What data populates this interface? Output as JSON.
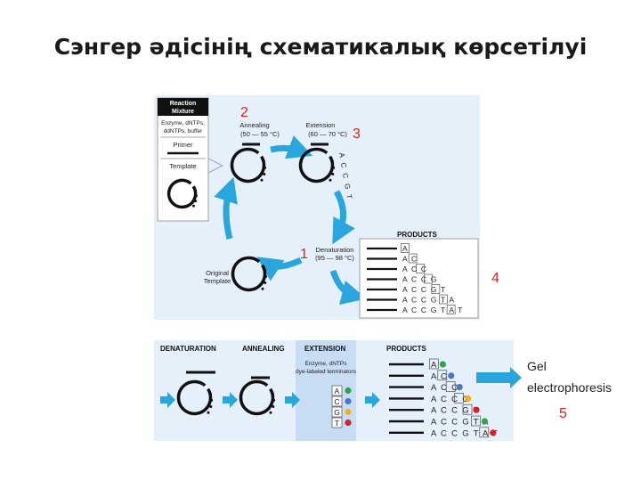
{
  "title": "Сэнгер әдісінің схематикалық көрсетілуі",
  "colors": {
    "panel": "#e6f0fa",
    "arrow": "#2aa6de",
    "red": "#e0201c",
    "a": "#2ea44a",
    "c": "#4a78c8",
    "g": "#f0b020",
    "t": "#d8202a"
  },
  "top": {
    "mixture_title_1": "Reaction",
    "mixture_title_2": "Mixture",
    "mixture_desc_1": "Enzyme, dNTPs,",
    "mixture_desc_2": "ddNTPs, buffer",
    "primer": "Primer",
    "template": "Template",
    "annealing": "Annealing",
    "annealing_temp": "(50 — 55 °C)",
    "extension": "Extension",
    "extension_temp": "(60 — 70 °C)",
    "extension_seq": "A C C G T",
    "denaturation": "Denaturation",
    "denaturation_temp": "(95 — 98 °C)",
    "original_1": "Original",
    "original_2": "Template",
    "products": "PRODUCTS",
    "products_list": [
      "A",
      "AC",
      "ACC",
      "ACCG",
      "ACCGT",
      "ACCGTA",
      "ACCGTAT"
    ]
  },
  "bottom": {
    "denaturation": "DENATURATION",
    "annealing": "ANNEALING",
    "extension": "EXTENSION",
    "products": "PRODUCTS",
    "ext_desc_1": "Enzyme, dNTPs",
    "ext_desc_2": "dye-labeled terminators",
    "terminators": [
      "A",
      "C",
      "G",
      "T"
    ],
    "products_list": [
      "A",
      "AC",
      "ACC",
      "ACCG",
      "ACCGT",
      "ACCGTA",
      "ACCGTAT"
    ],
    "gel_1": "Gel",
    "gel_2": "electrophoresis"
  },
  "numbers": {
    "n1": "1",
    "n2": "2",
    "n3": "3",
    "n4": "4",
    "n5": "5"
  }
}
